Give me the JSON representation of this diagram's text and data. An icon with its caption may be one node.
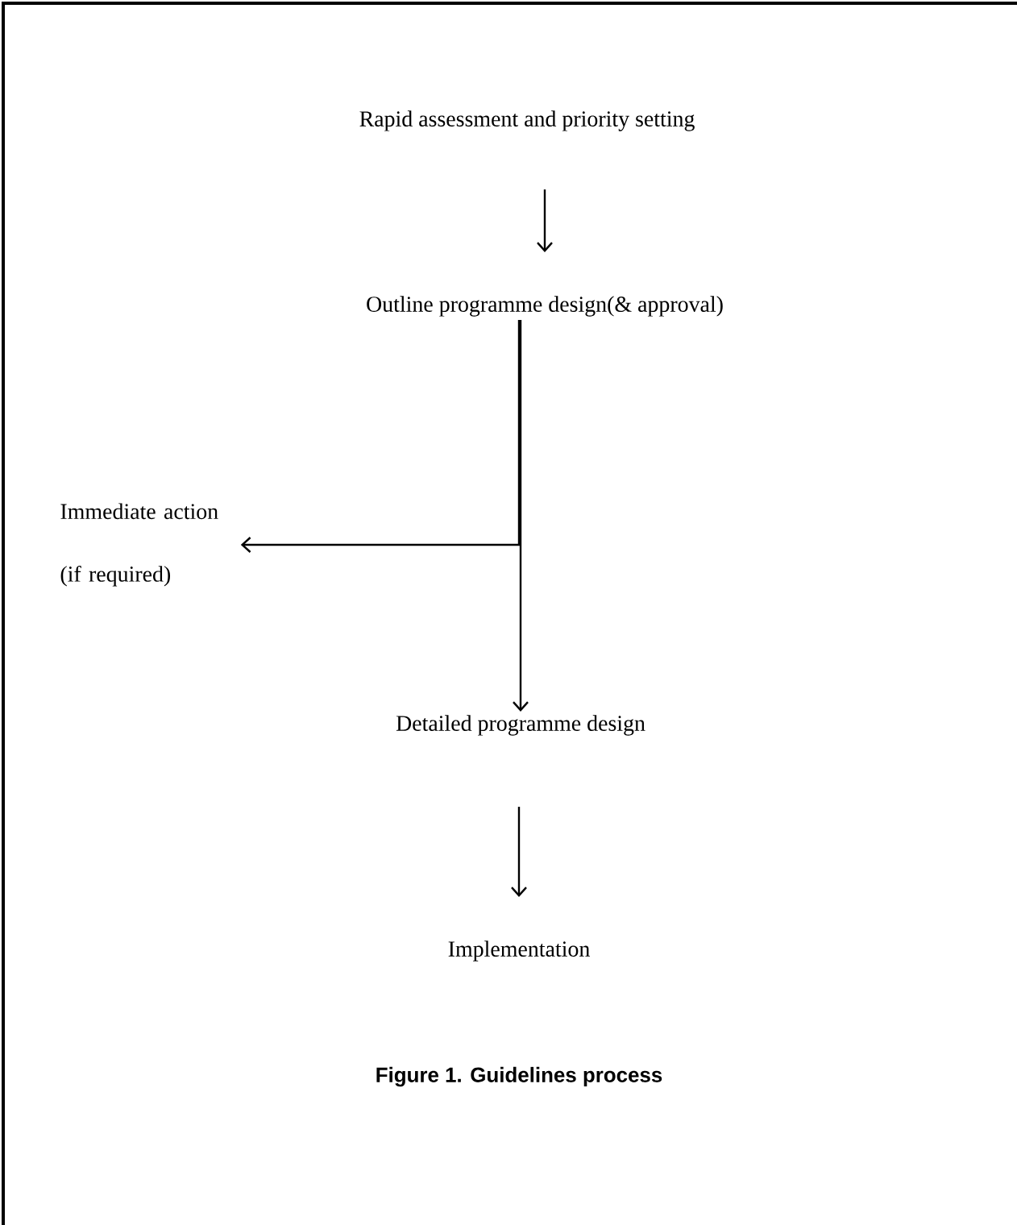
{
  "diagram": {
    "caption": "Figure 1. Guidelines process",
    "nodes": [
      {
        "text": [
          "Rapid assessment and priority setting"
        ]
      },
      {
        "text": [
          "Outline programme design(& approval)"
        ]
      },
      {
        "text": [
          "Immediate action (if required)"
        ]
      },
      {
        "text": [
          "Detailed programme design"
        ]
      },
      {
        "text": [
          "Implementation"
        ]
      }
    ],
    "edges": [
      {
        "from": 0,
        "to": 1,
        "arrow": "to"
      },
      {
        "from": 1,
        "to": 3,
        "arrow": "to"
      },
      {
        "from": 1,
        "to": 2,
        "arrow": "to"
      },
      {
        "from": 3,
        "to": 4,
        "arrow": "to"
      }
    ]
  }
}
